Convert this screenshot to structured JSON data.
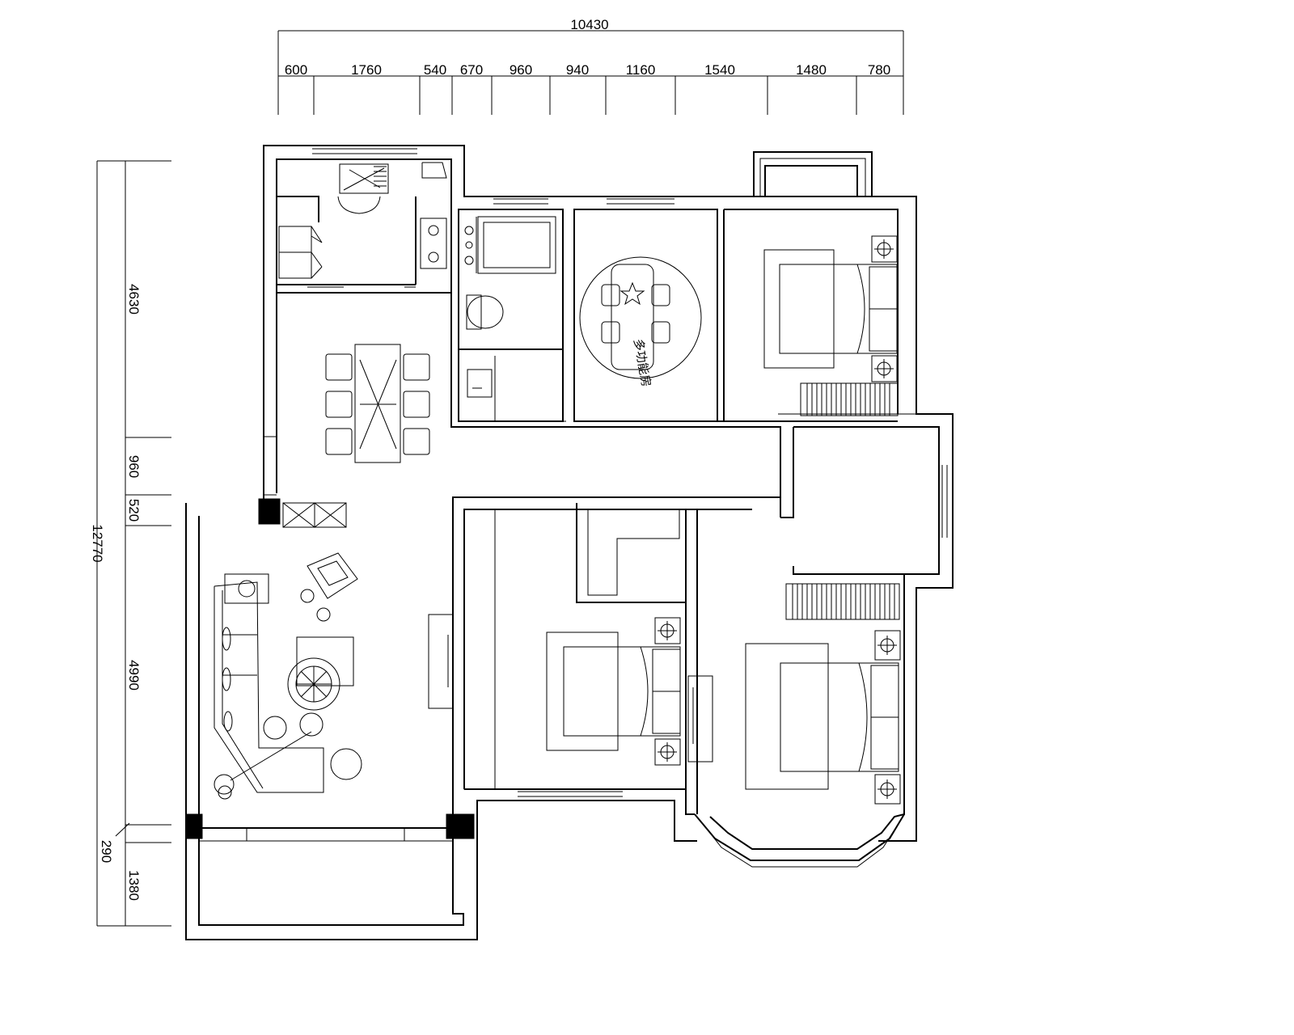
{
  "plan": {
    "top_dimensions": {
      "total": "10430",
      "segments": [
        "600",
        "1760",
        "540",
        "670",
        "960",
        "940",
        "1160",
        "1540",
        "1480",
        "780"
      ]
    },
    "left_dimensions": {
      "total": "12770",
      "segments": [
        "4630",
        "960",
        "520",
        "4990",
        "290",
        "1380"
      ]
    },
    "room_labels": {
      "multi_function_room": "多功能房"
    }
  }
}
